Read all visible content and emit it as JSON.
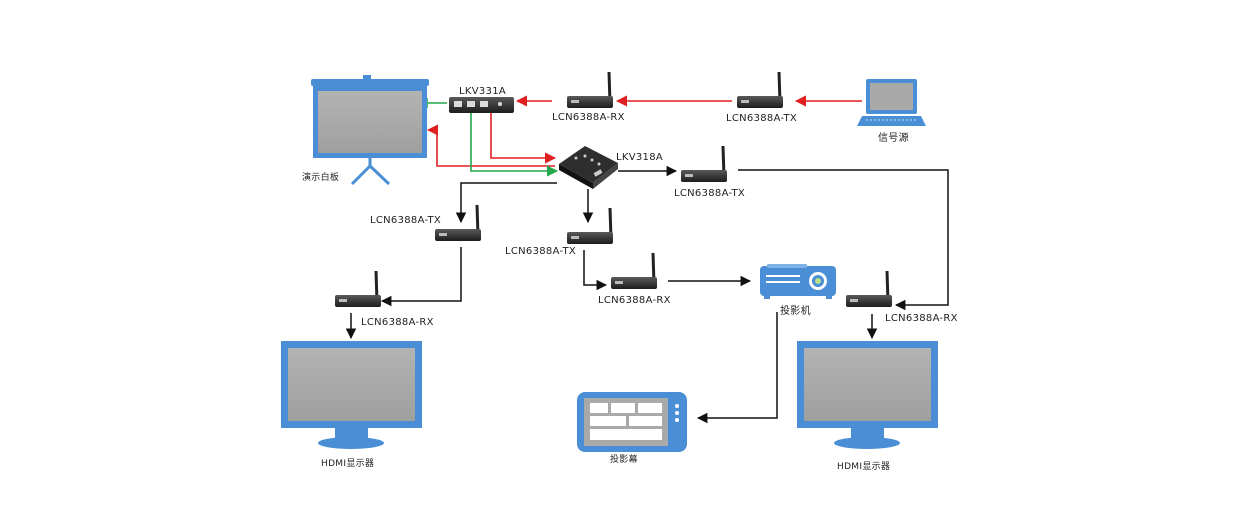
{
  "labels": {
    "lkv331a": "LKV331A",
    "rx_top_left": "LCN6388A-RX",
    "tx_top_right": "LCN6388A-TX",
    "signal_source": "信号源",
    "whiteboard": "演示白板",
    "lkv318a": "LKV318A",
    "tx_right_mid": "LCN6388A-TX",
    "tx_left_mid": "LCN6388A-TX",
    "tx_center_mid": "LCN6388A-TX",
    "rx_center": "LCN6388A-RX",
    "projector": "投影机",
    "rx_left_bottom": "LCN6388A-RX",
    "rx_right_bottom": "LCN6388A-RX",
    "hdmi_left": "HDMI显示器",
    "hdmi_right": "HDMI显示器",
    "projection_screen": "投影幕"
  },
  "colors": {
    "signal_red": "#e02020",
    "signal_green": "#22a84a",
    "signal_black": "#111111",
    "device_blue": "#4a8fd6",
    "screen_gray": "#a9a9a9"
  }
}
